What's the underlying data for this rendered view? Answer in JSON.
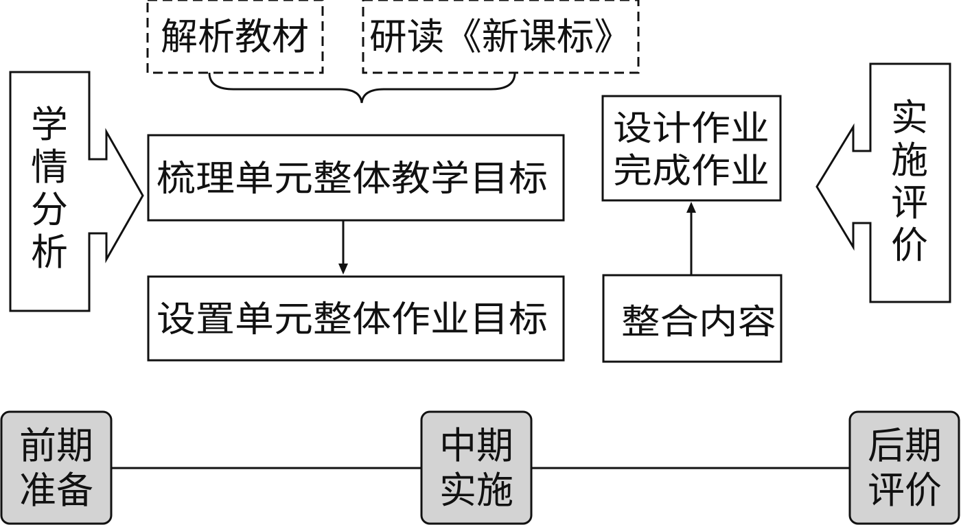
{
  "sources": {
    "textbook_analysis": "解析教材",
    "curriculum_study": "研读《新课标》"
  },
  "left_arrow": {
    "label": [
      "学",
      "情",
      "分",
      "析"
    ]
  },
  "right_arrow": {
    "label": [
      "实",
      "施",
      "评",
      "价"
    ]
  },
  "boxes": {
    "teaching_goal": "梳理单元整体教学目标",
    "homework_goal": "设置单元整体作业目标",
    "design_homework": [
      "设计作业",
      "完成作业"
    ],
    "integrate_content": "整合内容"
  },
  "timeline": {
    "early": [
      "前期",
      "准备"
    ],
    "middle": [
      "中期",
      "实施"
    ],
    "late": [
      "后期",
      "评价"
    ]
  },
  "colors": {
    "stroke": "#111111",
    "phase_fill": "#d3d3d3",
    "background": "#ffffff"
  }
}
